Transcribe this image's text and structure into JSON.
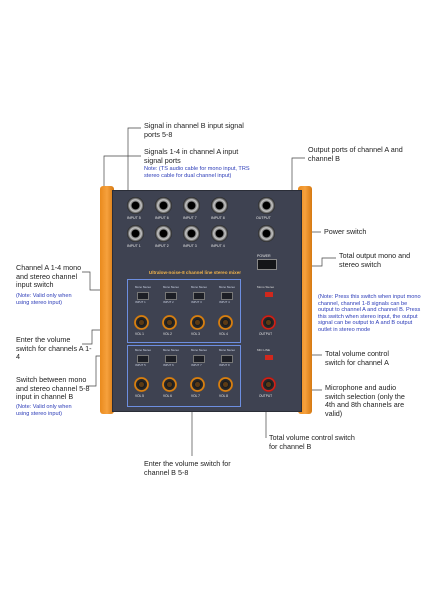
{
  "annotations": {
    "ch_b_ports": "Signal in channel B input signal ports 5-8",
    "ch_a_ports": "Signals 1-4 in channel A input signal ports",
    "ch_a_ports_note": "Note: (TS audio cable for mono input, TRS stereo cable for dual channel input)",
    "output_ports": "Output ports of channel A and channel B",
    "power_switch": "Power switch",
    "total_mono_stereo": "Total output mono and stereo switch",
    "total_mono_stereo_note": "(Note: Press this switch when input mono channel, channel 1-8 signals can be output to channel A and channel B. Press this switch when stereo input, the output signal can be output to A and B output outlet in stereo mode",
    "ch_a_switch": "Channel A 1-4 mono and stereo channel input switch",
    "ch_a_switch_note": "(Note: Valid only when using stereo input)",
    "vol_a": "Enter the volume switch for channels A 1-4",
    "ch_b_switch": "Switch between mono and stereo channel 5-8 input in channel B",
    "ch_b_switch_note": "(Note: Valid only when using stereo input)",
    "total_vol_a": "Total volume control switch for channel A",
    "mic_audio": "Microphone and audio switch selection (only the 4th and 8th channels are valid)",
    "total_vol_b": "Total volume control switch for channel B",
    "vol_b": "Enter the volume switch for channel B 5-8"
  },
  "device": {
    "banner": "Ultralow-noise-8 channel line stereo mixer",
    "input_top": [
      "INPUT 5",
      "INPUT 6",
      "INPUT 7",
      "INPUT 8"
    ],
    "input_bottom": [
      "INPUT 1",
      "INPUT 2",
      "INPUT 3",
      "INPUT 4"
    ],
    "output_label": "OUTPUT",
    "power_label": "POWER",
    "sw_label": "Mono Stereo",
    "in_a": [
      "INPUT 1",
      "INPUT 2",
      "INPUT 3",
      "INPUT 4"
    ],
    "in_b": [
      "INPUT 5",
      "INPUT 6",
      "INPUT 7",
      "INPUT 8"
    ],
    "vol_a": [
      "VOL 1",
      "VOL 2",
      "VOL 3",
      "VOL 4"
    ],
    "vol_b": [
      "VOL 5",
      "VOL 6",
      "VOL 7",
      "VOL 8"
    ],
    "mono_stereo": "Mono Stereo",
    "mic_line": "MIC LINE"
  },
  "colors": {
    "orange": "#f39a30",
    "panel": "#3e4251",
    "note": "#2b3bb8"
  }
}
